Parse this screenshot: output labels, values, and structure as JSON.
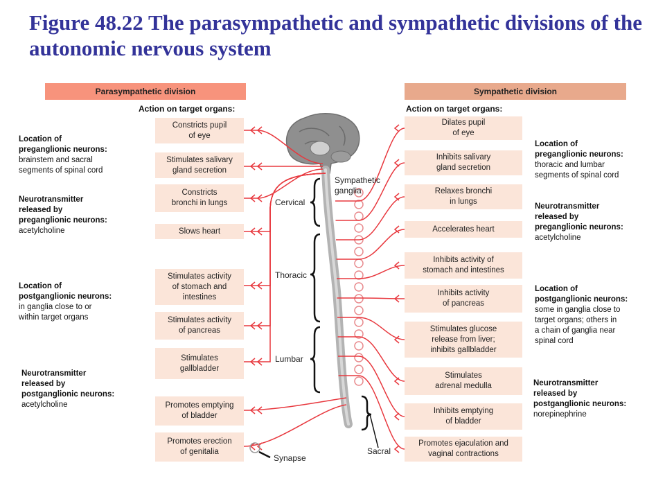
{
  "title": "Figure 48.22 The parasympathetic and sympathetic divisions of the autonomic nervous system",
  "colors": {
    "title": "#333399",
    "parasympathetic_header": "#f7937c",
    "sympathetic_header": "#e8a98c",
    "box_fill": "#fbe5d9",
    "nerve": "#e8383e",
    "spinal_cord": "#b3b3b3"
  },
  "parasympathetic": {
    "header": "Parasympathetic division",
    "action_heading": "Action on target organs:",
    "actions": [
      "Constricts pupil\nof eye",
      "Stimulates salivary\ngland secretion",
      "Constricts\nbronchi in lungs",
      "Slows heart",
      "Stimulates activity\nof stomach and\nintestines",
      "Stimulates activity\nof pancreas",
      "Stimulates\ngallbladder",
      "Promotes emptying\nof bladder",
      "Promotes erection\nof genitalia"
    ],
    "notes": [
      {
        "label": "Location of\npreganglionic neurons:",
        "text": "brainstem and sacral\nsegments of spinal cord"
      },
      {
        "label": "Neurotransmitter\nreleased by\npreganglionic neurons:",
        "text": "acetylcholine"
      },
      {
        "label": "Location of\npostganglionic neurons:",
        "text": "in ganglia close to or\nwithin target organs"
      },
      {
        "label": "Neurotransmitter\nreleased by\npostganglionic neurons:",
        "text": "acetylcholine"
      }
    ]
  },
  "sympathetic": {
    "header": "Sympathetic division",
    "action_heading": "Action on target organs:",
    "actions": [
      "Dilates pupil\nof eye",
      "Inhibits salivary\ngland secretion",
      "Relaxes bronchi\nin lungs",
      "Accelerates heart",
      "Inhibits activity of\nstomach and intestines",
      "Inhibits activity\nof pancreas",
      "Stimulates glucose\nrelease from liver;\ninhibits gallbladder",
      "Stimulates\nadrenal medulla",
      "Inhibits emptying\nof bladder",
      "Promotes ejaculation and\nvaginal contractions"
    ],
    "notes": [
      {
        "label": "Location of\npreganglionic neurons:",
        "text": "thoracic and lumbar\nsegments of spinal cord"
      },
      {
        "label": "Neurotransmitter\nreleased by\npreganglionic neurons:",
        "text": "acetylcholine"
      },
      {
        "label": "Location of\npostganglionic neurons:",
        "text": "some in ganglia close to\ntarget organs; others in\na chain of ganglia near\nspinal cord"
      },
      {
        "label": "Neurotransmitter\nreleased by\npostganglionic neurons:",
        "text": "norepinephrine"
      }
    ]
  },
  "labels": {
    "cervical": "Cervical",
    "thoracic": "Thoracic",
    "lumbar": "Lumbar",
    "sacral": "Sacral",
    "sympathetic_ganglia": "Sympathetic\nganglia",
    "synapse": "Synapse"
  }
}
